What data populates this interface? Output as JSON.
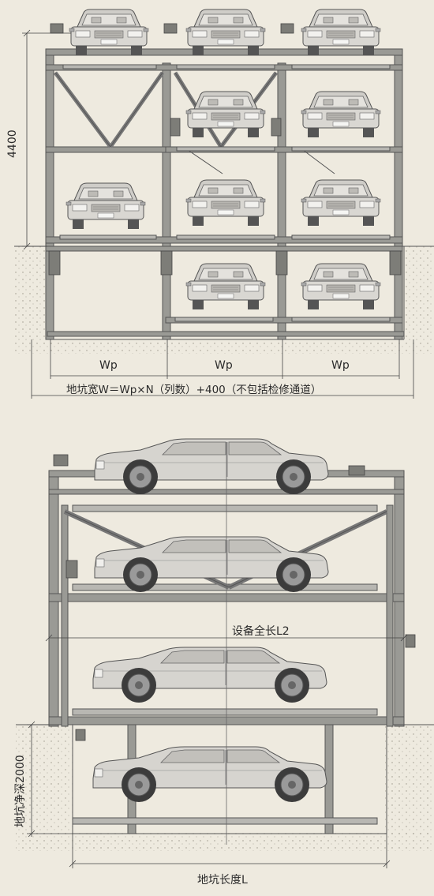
{
  "front_view": {
    "height_dimension": "4400",
    "column_widths": [
      "Wp",
      "Wp",
      "Wp"
    ],
    "pit_width_formula": "地坑宽W＝Wp×N（列数）+400（不包括检修通道）"
  },
  "side_view": {
    "equipment_length": "设备全长L2",
    "pit_depth": "地坑净深2000",
    "pit_length": "地坑长度L"
  },
  "colors": {
    "background": "#eeeadf",
    "steel": "#8a8a85",
    "car_body": "#d9d7d2",
    "line": "#444444",
    "ground": "#dad5c8"
  }
}
